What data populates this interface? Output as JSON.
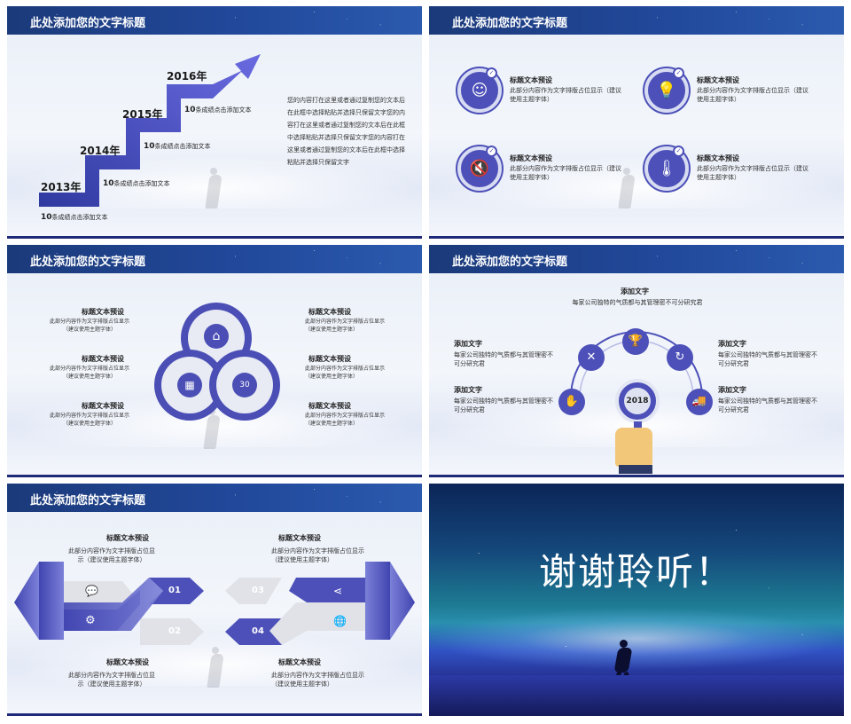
{
  "header_title": "此处添加您的文字标题",
  "slide1": {
    "years": [
      "2013年",
      "2014年",
      "2015年",
      "2016年"
    ],
    "record_num": "10",
    "record_text": "条成绩点击添加文本",
    "paragraph": "您的内容打在这里或者通过复制您的文本后在此框中选择粘贴并选择只保留文字您的内容打在这里或者通过复制您的文本后在此框中选择粘贴并选择只保留文字您的内容打在这里或者通过复制您的文本后在此框中选择粘贴并选择只保留文字"
  },
  "slide2": {
    "items": [
      {
        "title": "标题文本预设",
        "desc": "此部分内容作为文字排版占位显示（建议使用主题字体）",
        "icon": "headset-person-icon"
      },
      {
        "title": "标题文本预设",
        "desc": "此部分内容作为文字排版占位显示（建议使用主题字体）",
        "icon": "lightbulb-icon"
      },
      {
        "title": "标题文本预设",
        "desc": "此部分内容作为文字排版占位显示（建议使用主题字体）",
        "icon": "speaker-mute-icon"
      },
      {
        "title": "标题文本预设",
        "desc": "此部分内容作为文字排版占位显示（建议使用主题字体）",
        "icon": "thermometer-icon"
      }
    ]
  },
  "slide3": {
    "items": [
      {
        "title": "标题文本预设",
        "desc": "此部分内容作为文字排版占位显示（建议使用主题字体）"
      },
      {
        "title": "标题文本预设",
        "desc": "此部分内容作为文字排版占位显示（建议使用主题字体）"
      },
      {
        "title": "标题文本预设",
        "desc": "此部分内容作为文字排版占位显示（建议使用主题字体）"
      },
      {
        "title": "标题文本预设",
        "desc": "此部分内容作为文字排版占位显示（建议使用主题字体）"
      },
      {
        "title": "标题文本预设",
        "desc": "此部分内容作为文字排版占位显示（建议使用主题字体）"
      },
      {
        "title": "标题文本预设",
        "desc": "此部分内容作为文字排版占位显示（建议使用主题字体）"
      }
    ],
    "calendar_day": "30"
  },
  "slide4": {
    "top_title": "添加文字",
    "top_desc": "每家公司独特的气质都与其管理密不可分研究君",
    "items": [
      {
        "title": "添加文字",
        "desc": "每家公司独特的气质都与其管理密不可分研究君"
      },
      {
        "title": "添加文字",
        "desc": "每家公司独特的气质都与其管理密不可分研究君"
      },
      {
        "title": "添加文字",
        "desc": "每家公司独特的气质都与其管理密不可分研究君"
      },
      {
        "title": "添加文字",
        "desc": "每家公司独特的气质都与其管理密不可分研究君"
      }
    ],
    "lens_year": "2018"
  },
  "slide5": {
    "items": [
      {
        "title": "标题文本预设",
        "desc": "此部分内容作为文字排版占位显示（建议使用主题字体）"
      },
      {
        "title": "标题文本预设",
        "desc": "此部分内容作为文字排版占位显示（建议使用主题字体）"
      },
      {
        "title": "标题文本预设",
        "desc": "此部分内容作为文字排版占位显示（建议使用主题字体）"
      },
      {
        "title": "标题文本预设",
        "desc": "此部分内容作为文字排版占位显示（建议使用主题字体）"
      }
    ],
    "nums": [
      "01",
      "02",
      "03",
      "04"
    ]
  },
  "slide6": {
    "thanks": "谢谢聆听！"
  },
  "colors": {
    "accent": "#4c50b8",
    "header": "#21489a",
    "gray": "#e3e3e6"
  }
}
